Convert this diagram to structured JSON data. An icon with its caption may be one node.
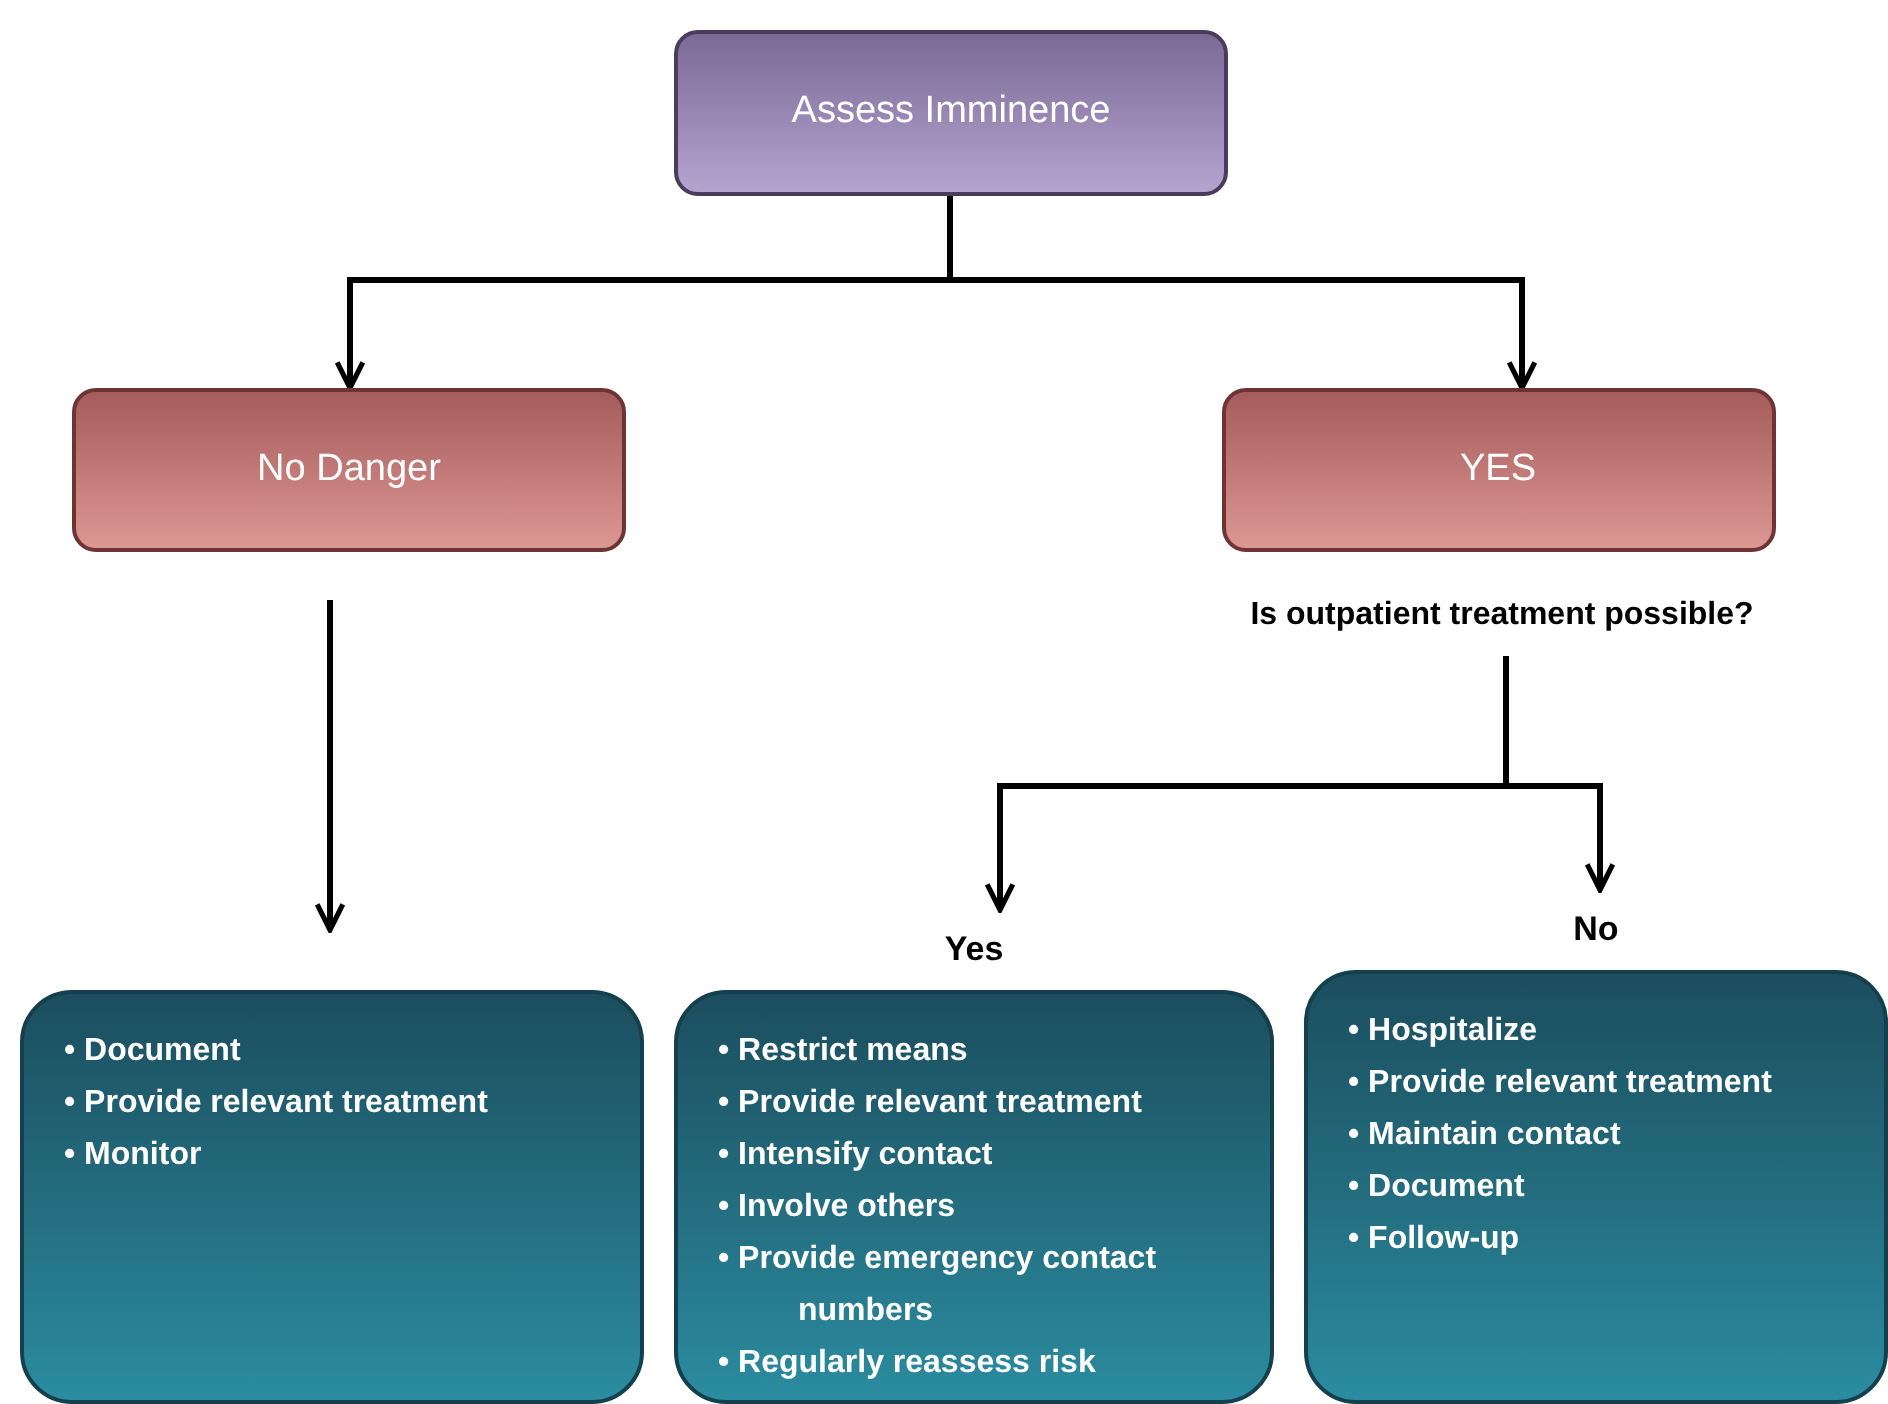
{
  "diagram": {
    "nodes": [
      {
        "text": [
          "Assess Imminence"
        ]
      },
      {
        "text": [
          "No Danger"
        ]
      },
      {
        "text": [
          "YES"
        ],
        "beside": [
          "Is outpatient treatment possible?"
        ]
      },
      {
        "text": [
          "• Document",
          "• Provide relevant treatment",
          "• Monitor"
        ]
      },
      {
        "text": [
          "Yes",
          "• Restrict means",
          "• Provide relevant treatment",
          "• Intensify contact",
          "• Involve others",
          "• Provide emergency contact numbers",
          "• Regularly reassess risk"
        ]
      },
      {
        "text": [
          "No",
          "• Hospitalize",
          "• Provide relevant treatment",
          "• Maintain contact",
          "• Document",
          "• Follow-up"
        ]
      }
    ],
    "edges": [
      {
        "from": 0,
        "to": 1,
        "arrow": "to"
      },
      {
        "from": 0,
        "to": 2,
        "arrow": "to"
      },
      {
        "from": 1,
        "to": 3,
        "arrow": "to"
      },
      {
        "from": 2,
        "to": 4,
        "arrow": "to"
      },
      {
        "from": 2,
        "to": 5,
        "arrow": "to"
      }
    ]
  }
}
